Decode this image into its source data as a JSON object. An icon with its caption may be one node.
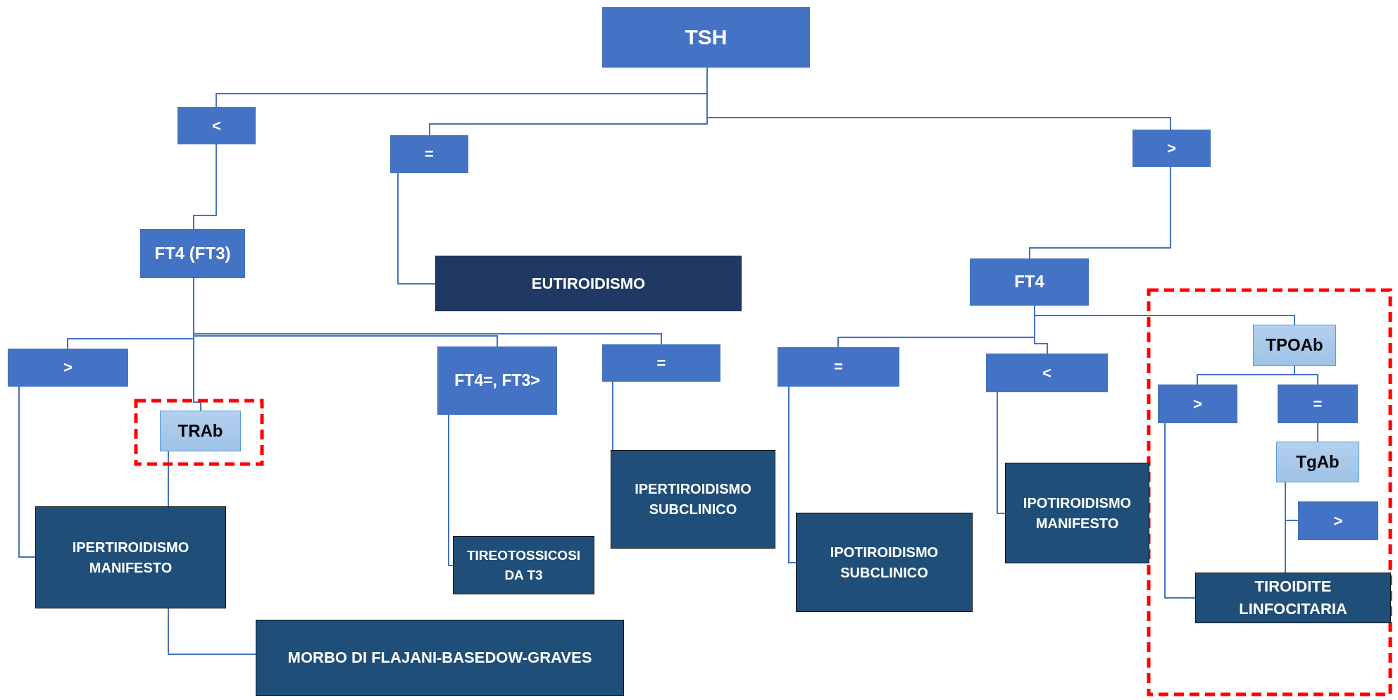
{
  "diagram": {
    "nodes": [
      {
        "text": [
          "TSH"
        ]
      },
      {
        "text": [
          "<"
        ]
      },
      {
        "text": [
          "="
        ]
      },
      {
        "text": [
          ">"
        ]
      },
      {
        "text": [
          "FT4 (FT3)"
        ]
      },
      {
        "text": [
          "EUTIROIDISMO"
        ]
      },
      {
        "text": [
          "FT4"
        ]
      },
      {
        "text": [
          ">"
        ]
      },
      {
        "text": [
          "TRAb"
        ]
      },
      {
        "text": [
          "FT4=, FT3>"
        ]
      },
      {
        "text": [
          "="
        ]
      },
      {
        "text": [
          "IPERTIROIDISMO MANIFESTO"
        ]
      },
      {
        "text": [
          "TIREOTOSSICOSI DA T3"
        ]
      },
      {
        "text": [
          "IPERTIROIDISMO SUBCLINICO"
        ]
      },
      {
        "text": [
          "MORBO DI FLAJANI-BASEDOW-GRAVES"
        ]
      },
      {
        "text": [
          "="
        ]
      },
      {
        "text": [
          "<"
        ]
      },
      {
        "text": [
          "TPOAb"
        ]
      },
      {
        "text": [
          "IPOTIROIDISMO SUBCLINICO"
        ]
      },
      {
        "text": [
          "IPOTIROIDISMO MANIFESTO"
        ]
      },
      {
        "text": [
          ">"
        ]
      },
      {
        "text": [
          "="
        ]
      },
      {
        "text": [
          "TgAb"
        ]
      },
      {
        "text": [
          ">"
        ]
      },
      {
        "text": [
          "TIROIDITE LINFOCITARIA"
        ]
      }
    ],
    "edges": [
      {
        "from": 0,
        "to": 1,
        "arrow": "none"
      },
      {
        "from": 0,
        "to": 2,
        "arrow": "none"
      },
      {
        "from": 0,
        "to": 3,
        "arrow": "none"
      },
      {
        "from": 1,
        "to": 4,
        "arrow": "none"
      },
      {
        "from": 2,
        "to": 5,
        "arrow": "none"
      },
      {
        "from": 3,
        "to": 6,
        "arrow": "none"
      },
      {
        "from": 4,
        "to": 7,
        "arrow": "none"
      },
      {
        "from": 4,
        "to": 8,
        "arrow": "none"
      },
      {
        "from": 4,
        "to": 9,
        "arrow": "none"
      },
      {
        "from": 4,
        "to": 10,
        "arrow": "none"
      },
      {
        "from": 7,
        "to": 11,
        "arrow": "none"
      },
      {
        "from": 8,
        "to": 11,
        "arrow": "none"
      },
      {
        "from": 9,
        "to": 12,
        "arrow": "none"
      },
      {
        "from": 10,
        "to": 13,
        "arrow": "none"
      },
      {
        "from": 11,
        "to": 14,
        "arrow": "none"
      },
      {
        "from": 6,
        "to": 15,
        "arrow": "none"
      },
      {
        "from": 6,
        "to": 16,
        "arrow": "none"
      },
      {
        "from": 6,
        "to": 17,
        "arrow": "none"
      },
      {
        "from": 15,
        "to": 18,
        "arrow": "none"
      },
      {
        "from": 16,
        "to": 19,
        "arrow": "none"
      },
      {
        "from": 17,
        "to": 20,
        "arrow": "none"
      },
      {
        "from": 17,
        "to": 21,
        "arrow": "none"
      },
      {
        "from": 21,
        "to": 22,
        "arrow": "none"
      },
      {
        "from": 22,
        "to": 23,
        "arrow": "none"
      },
      {
        "from": 22,
        "to": 24,
        "arrow": "none"
      },
      {
        "from": 20,
        "to": 24,
        "arrow": "none"
      }
    ]
  }
}
